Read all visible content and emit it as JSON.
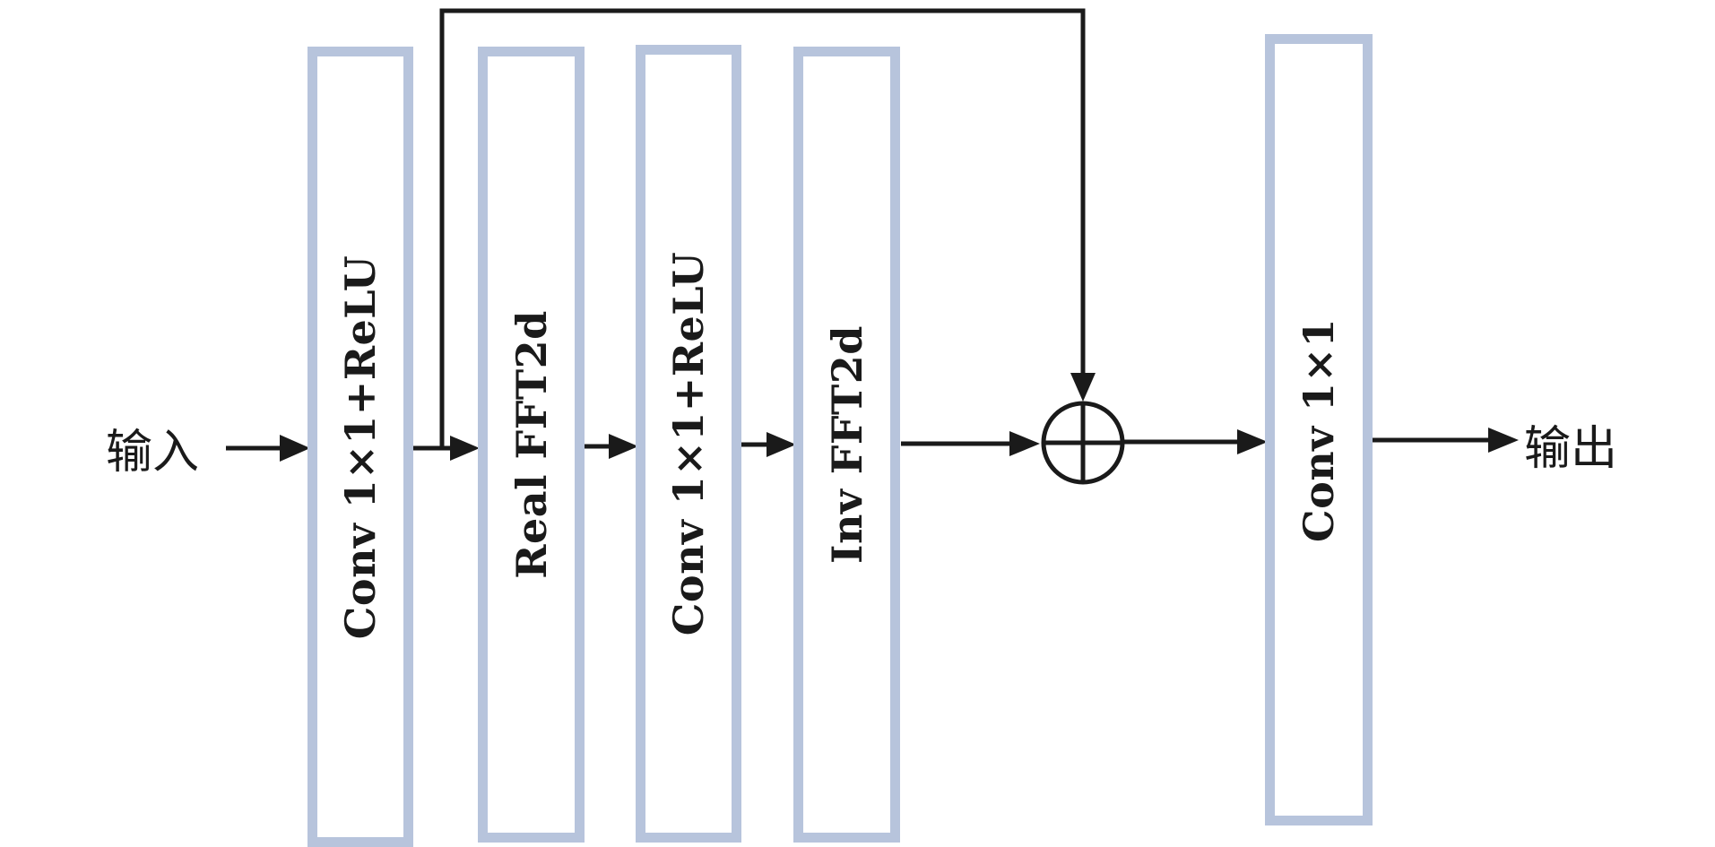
{
  "diagram": {
    "input_label": "输入",
    "output_label": "输出",
    "blocks": [
      {
        "id": "conv1",
        "label": "Conv 1×1+ReLU"
      },
      {
        "id": "rfft",
        "label": "Real FFT2d"
      },
      {
        "id": "conv2",
        "label": "Conv 1×1+ReLU"
      },
      {
        "id": "ifft",
        "label": "Inv FFT2d"
      },
      {
        "id": "conv3",
        "label": "Conv 1×1"
      }
    ],
    "operator": {
      "symbol": "⊕",
      "name": "add"
    },
    "colors": {
      "block_border": "#b7c4dc",
      "line": "#1a1a1a"
    }
  }
}
